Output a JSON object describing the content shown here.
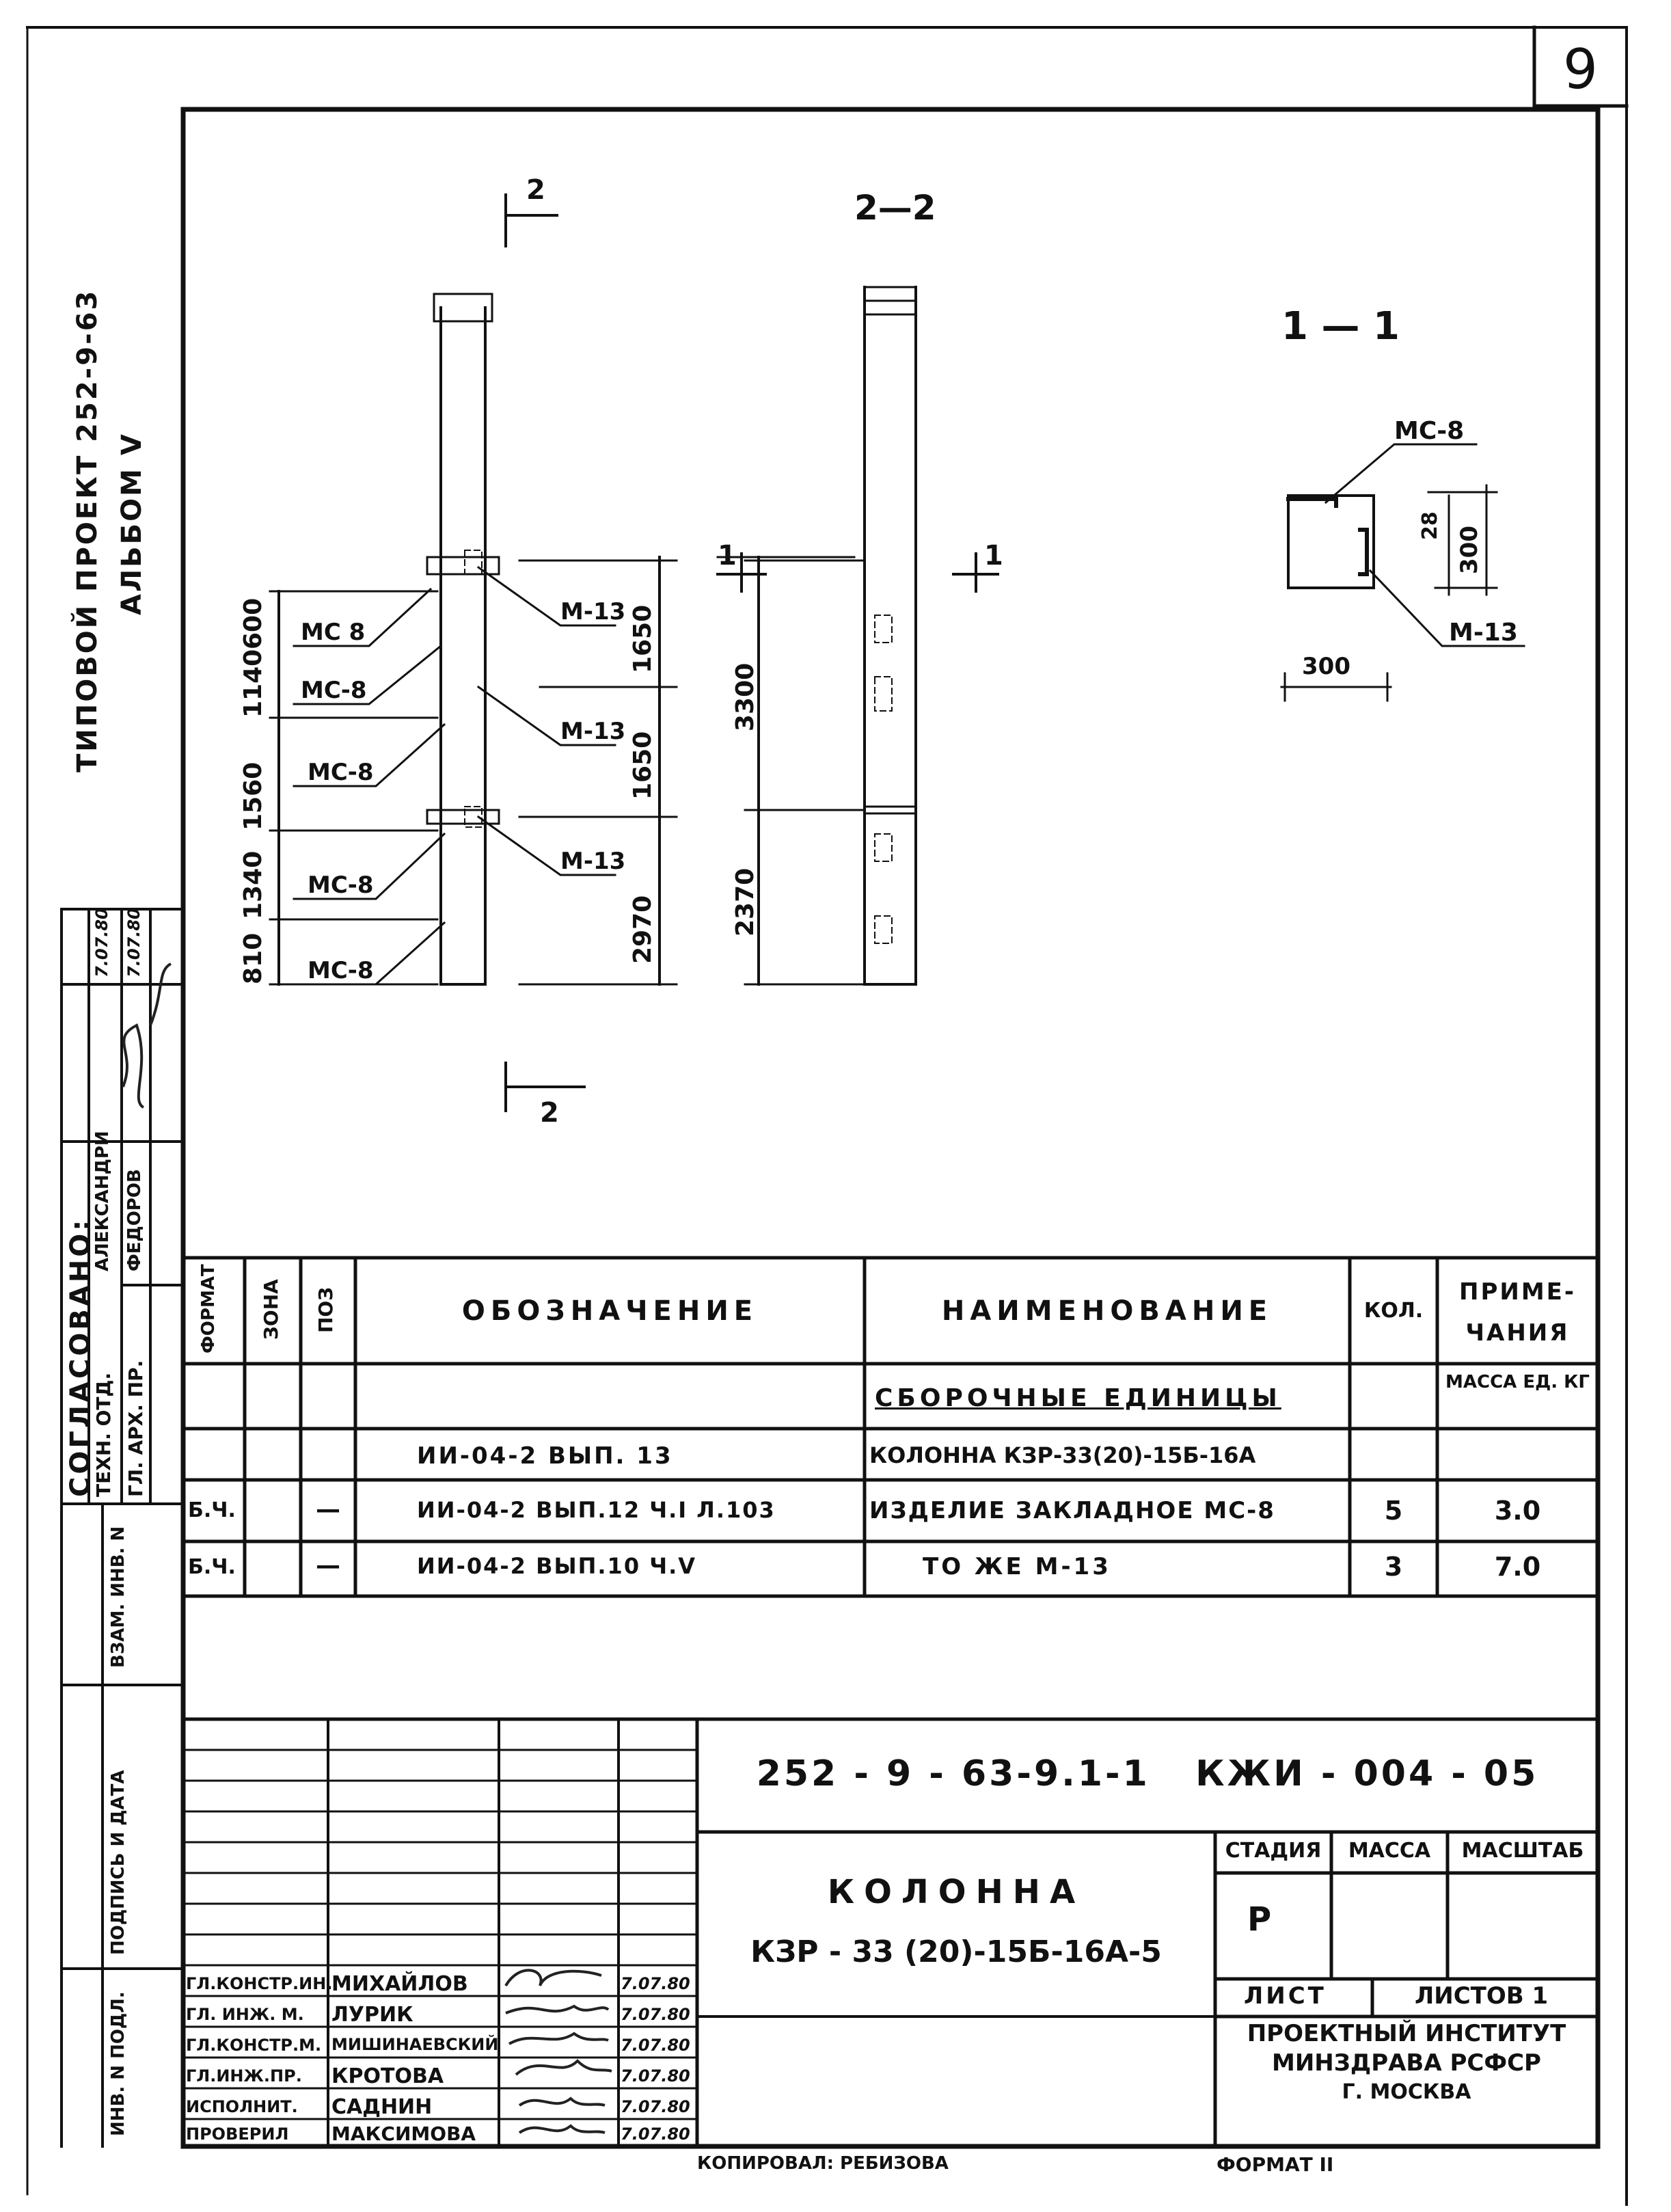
{
  "sheet": {
    "number": "9",
    "format_note": "ФОРМАТ II",
    "copied_by": "КОПИРОВАЛ: РЕБИЗОВА"
  },
  "side": {
    "project": "ТИПОВОЙ ПРОЕКТ 252-9-63",
    "album": "АЛЬБОМ V",
    "agreed_label": "СОГЛАСОВАНО:",
    "agreed_rows": [
      {
        "role": "ТЕХН. ОТД.",
        "name": "АЛЕКСАНДРИ",
        "date": "7.07.80"
      },
      {
        "role": "ГЛ. АРХ. ПР.",
        "name": "ФЕДОРОВ",
        "date": "7.07.80"
      }
    ],
    "stamp_labels": [
      "ВЗАМ. ИНВ. N",
      "ПОДПИСЬ И ДАТА",
      "ИНВ. N ПОДЛ."
    ]
  },
  "drawing": {
    "section_marks": [
      "2",
      "2",
      "1",
      "1"
    ],
    "section_22": "2—2",
    "section_11": "1 — 1",
    "dims_left": [
      "600",
      "1140",
      "1560",
      "1340",
      "810"
    ],
    "mc_labels": [
      "МС 8",
      "МС-8",
      "МС-8",
      "МС-8",
      "МС-8"
    ],
    "m_labels": [
      "М-13",
      "М-13",
      "М-13"
    ],
    "dims_mid": [
      "1650",
      "1650",
      "2970"
    ],
    "dims_side": [
      "3300",
      "2370"
    ],
    "sec11_labels": {
      "mc": "МС-8",
      "m": "М-13",
      "d28": "28",
      "d300v": "300",
      "d300h": "300"
    }
  },
  "spec": {
    "headers": [
      "ФОРМАТ",
      "ЗОНА",
      "ПОЗ",
      "ОБОЗНАЧЕНИЕ",
      "НАИМЕНОВАНИЕ",
      "КОЛ.",
      "ПРИМЕ-ЧАНИЯ"
    ],
    "rows": [
      {
        "format": "",
        "zone": "",
        "pos": "",
        "designation": "",
        "name": "СБОРОЧНЫЕ ЕДИНИЦЫ",
        "qty": "",
        "note": "МАССА ЕД. КГ"
      },
      {
        "format": "",
        "zone": "",
        "pos": "",
        "designation": "ИИ-04-2 ВЫП. 13",
        "name": "КОЛОННА КЗР-33(20)-15Б-16А",
        "qty": "",
        "note": ""
      },
      {
        "format": "Б.Ч.",
        "zone": "",
        "pos": "—",
        "designation": "ИИ-04-2 ВЫП.12 Ч.I Л.103",
        "name": "ИЗДЕЛИЕ ЗАКЛАДНОЕ МС-8",
        "qty": "5",
        "note": "3.0"
      },
      {
        "format": "Б.Ч.",
        "zone": "",
        "pos": "—",
        "designation": "ИИ-04-2 ВЫП.10 Ч.V",
        "name": "ТО ЖЕ М-13",
        "qty": "3",
        "note": "7.0"
      }
    ]
  },
  "title_block": {
    "code": "252 - 9 - 63-9.1-1   КЖИ - 004 - 05",
    "name_line1": "КОЛОННА",
    "name_line2": "КЗР - 33 (20)-15Б-16А-5",
    "stage_label": "СТАДИЯ",
    "mass_label": "МАССА",
    "scale_label": "МАСШТАБ",
    "stage_value": "Р",
    "sheet_label": "ЛИСТ",
    "sheets_label": "ЛИСТОВ 1",
    "org": [
      "ПРОЕКТНЫЙ ИНСТИТУТ",
      "МИНЗДРАВА РСФСР",
      "Г. МОСКВА"
    ],
    "staff": [
      {
        "role": "ГЛ.КОНСТР.ИН.",
        "name": "МИХАЙЛОВ",
        "date": "7.07.80"
      },
      {
        "role": "ГЛ. ИНЖ. М.",
        "name": "ЛУРИК",
        "date": "7.07.80"
      },
      {
        "role": "ГЛ.КОНСТР.М.",
        "name": "МИШИНАЕВСКИЙ",
        "date": "7.07.80"
      },
      {
        "role": "ГЛ.ИНЖ.ПР.",
        "name": "КРОТОВА",
        "date": "7.07.80"
      },
      {
        "role": "ИСПОЛНИТ.",
        "name": "САДНИН",
        "date": "7.07.80"
      },
      {
        "role": "ПРОВЕРИЛ",
        "name": "МАКСИМОВА",
        "date": "7.07.80"
      }
    ]
  }
}
